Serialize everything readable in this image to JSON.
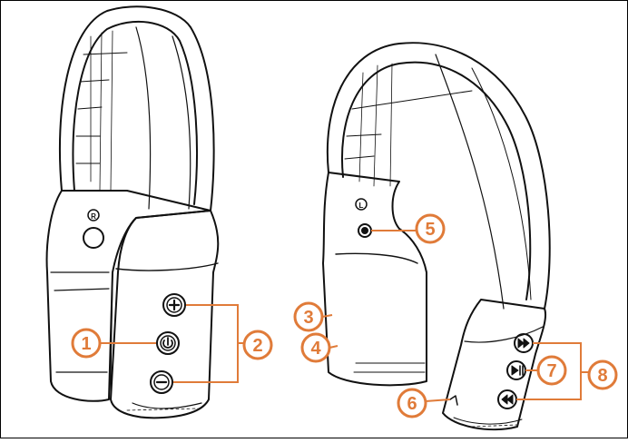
{
  "diagram": {
    "accent_color": "#e07b39",
    "line_color": "#111111",
    "callouts": [
      {
        "id": "power-button",
        "label": "1"
      },
      {
        "id": "volume-buttons",
        "label": "2"
      },
      {
        "id": "left-port-upper",
        "label": "3"
      },
      {
        "id": "left-port-lower",
        "label": "4"
      },
      {
        "id": "left-indicator",
        "label": "5"
      },
      {
        "id": "right-bottom-port",
        "label": "6"
      },
      {
        "id": "play-pause-button",
        "label": "7"
      },
      {
        "id": "media-buttons",
        "label": "8"
      }
    ],
    "side_marks": {
      "right": "R",
      "left": "L"
    },
    "icons": {
      "power": "power-icon",
      "plus": "plus-icon",
      "minus": "minus-icon",
      "indicator": "indicator-icon",
      "forward": "fast-forward-icon",
      "play_pause": "play-pause-icon",
      "rewind": "rewind-icon"
    }
  }
}
